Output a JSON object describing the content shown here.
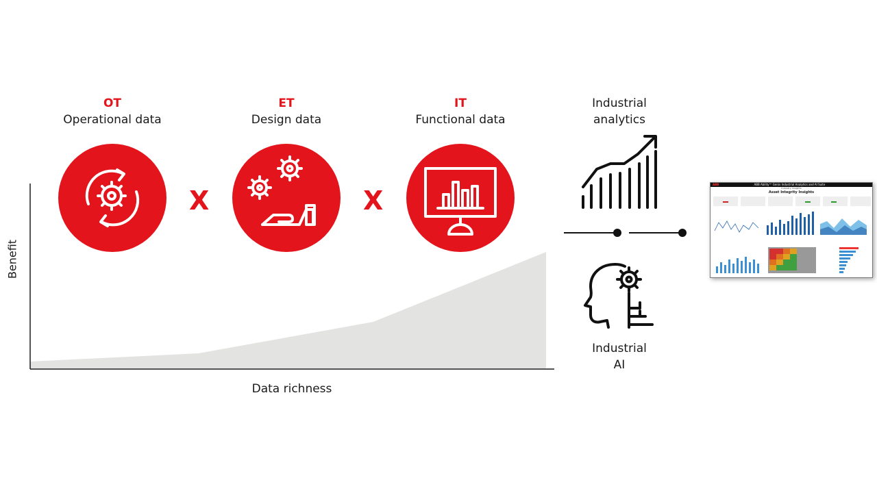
{
  "categories": [
    {
      "tag": "OT",
      "label": "Operational data",
      "icon": "gear-cycle-icon"
    },
    {
      "tag": "ET",
      "label": "Design data",
      "icon": "gears-hand-icon"
    },
    {
      "tag": "IT",
      "label": "Functional data",
      "icon": "monitor-chart-icon"
    }
  ],
  "operator": "X",
  "axes": {
    "y_label": "Benefit",
    "x_label": "Data richness"
  },
  "outputs": {
    "analytics_line1": "Industrial",
    "analytics_line2": "analytics",
    "ai_line1": "Industrial",
    "ai_line2": "AI"
  },
  "dashboard": {
    "brand": "ABB",
    "suite": "ABB Ability™ Genix Industrial Analytics and AI Suite",
    "subtitle": "Industry Insights",
    "title": "Asset Integrity Insights"
  },
  "colors": {
    "accent": "#e3141b",
    "area": "#e3e3e2",
    "axis": "#1a1a1a"
  }
}
